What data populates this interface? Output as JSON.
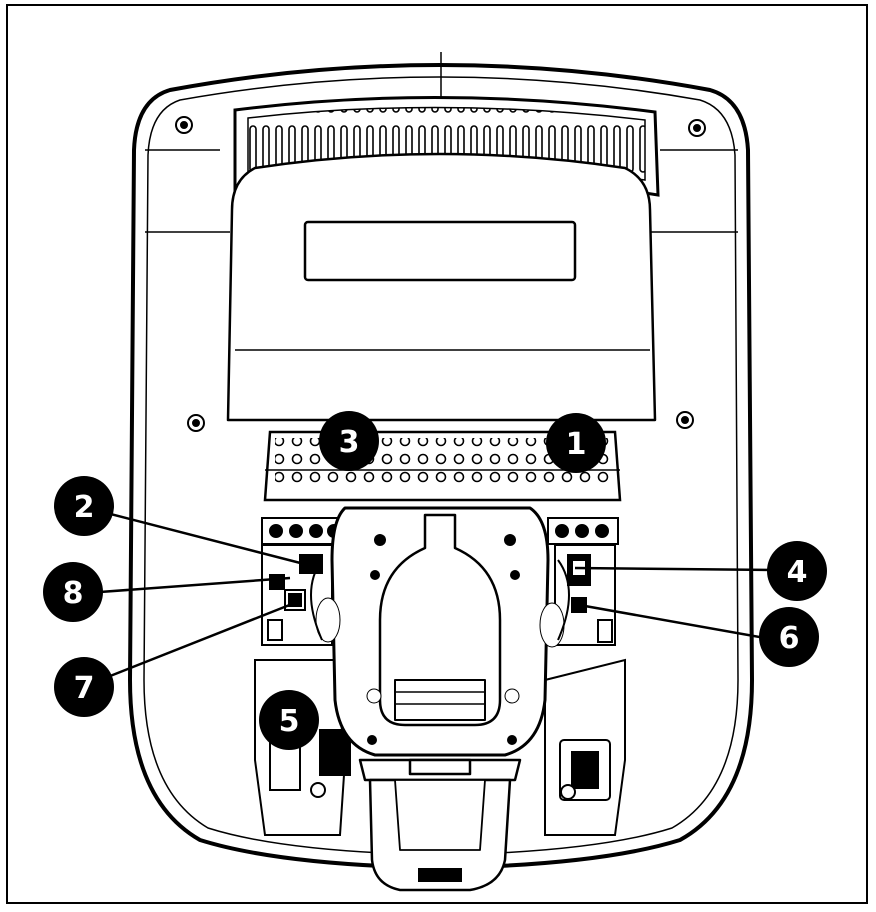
{
  "diagram": {
    "callouts": [
      {
        "id": "1",
        "label": "1"
      },
      {
        "id": "2",
        "label": "2"
      },
      {
        "id": "3",
        "label": "3"
      },
      {
        "id": "4",
        "label": "4"
      },
      {
        "id": "5",
        "label": "5"
      },
      {
        "id": "6",
        "label": "6"
      },
      {
        "id": "7",
        "label": "7"
      },
      {
        "id": "8",
        "label": "8"
      }
    ]
  },
  "colors": {
    "line": "#000000",
    "fill": "#ffffff",
    "callout": "#000000"
  }
}
